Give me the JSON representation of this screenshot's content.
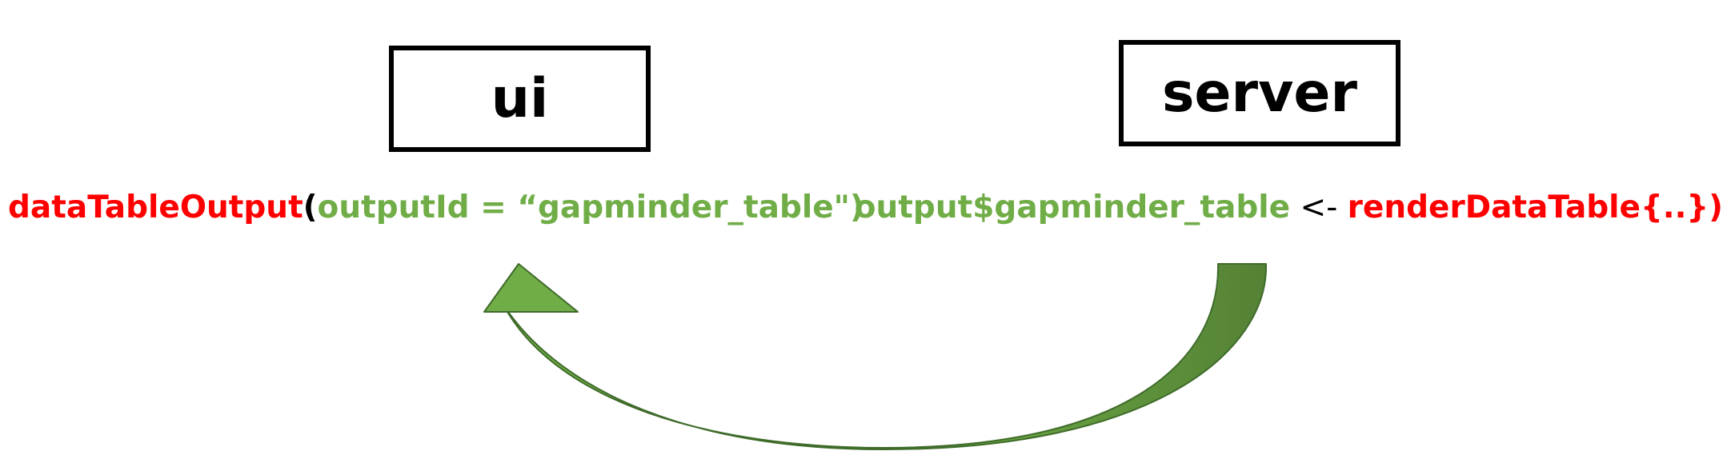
{
  "ui_box": {
    "label": "ui"
  },
  "server_box": {
    "label": "server"
  },
  "ui_code": {
    "function": "dataTableOutput",
    "open_paren": "(",
    "argument": "outputId = “gapminder_table\")"
  },
  "server_code": {
    "output_ref": "output$gapminder_table",
    "assign": " <- ",
    "render_call": "renderDataTable{..})"
  },
  "colors": {
    "function": "#ff0000",
    "identifier": "#70ad47",
    "arrow_light": "#70ad47",
    "arrow_dark": "#548235"
  },
  "arrow": {
    "direction": "server-to-ui"
  }
}
